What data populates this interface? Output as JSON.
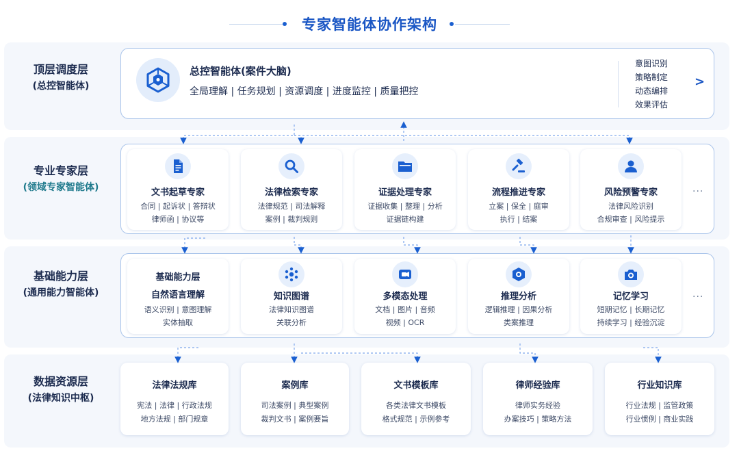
{
  "title": "专家智能体协作架构",
  "layers": {
    "top": {
      "name": "顶层调度层",
      "sub": "(总控智能体)"
    },
    "expert": {
      "name": "专业专家层",
      "sub": "(领域专家智能体)"
    },
    "base": {
      "name": "基础能力层",
      "sub": "(通用能力智能体)"
    },
    "data": {
      "name": "数据资源层",
      "sub": "(法律知识中枢)"
    }
  },
  "controller": {
    "icon": "cube-network-icon",
    "title": "总控智能体(案件大脑)",
    "desc": "全局理解 | 任务规划 | 资源调度 | 进度监控 | 质量把控",
    "side": [
      "意图识别",
      "策略制定",
      "动态编排",
      "效果评估"
    ],
    "arrow": ">"
  },
  "experts": [
    {
      "icon": "document-icon",
      "title": "文书起草专家",
      "lines": [
        "合同 | 起诉状 | 答辩状",
        "律师函 | 协议等"
      ]
    },
    {
      "icon": "magnifier-icon",
      "title": "法律检索专家",
      "lines": [
        "法律规范 | 司法解释",
        "案例 | 裁判规则"
      ]
    },
    {
      "icon": "folder-icon",
      "title": "证据处理专家",
      "lines": [
        "证据收集 | 整理 | 分析",
        "证据链构建"
      ]
    },
    {
      "icon": "gavel-icon",
      "title": "流程推进专家",
      "lines": [
        "立案 | 保全 | 庭审",
        "执行 | 结案"
      ]
    },
    {
      "icon": "person-icon",
      "title": "风险预警专家",
      "lines": [
        "法律风险识别",
        "合规审查 | 风险提示"
      ]
    }
  ],
  "abilities": [
    {
      "icon": "",
      "title": "基础能力层",
      "subtitle": "自然语言理解",
      "lines": [
        "语义识别 | 意图理解",
        "实体抽取"
      ]
    },
    {
      "icon": "graph-nodes-icon",
      "title": "知识图谱",
      "lines": [
        "法律知识图谱",
        "关联分析"
      ]
    },
    {
      "icon": "media-icon",
      "title": "多模态处理",
      "lines": [
        "文档 | 图片 | 音频",
        "视频 | OCR"
      ]
    },
    {
      "icon": "reasoning-icon",
      "title": "推理分析",
      "lines": [
        "逻辑推理 | 因果分析",
        "类案推理"
      ]
    },
    {
      "icon": "camera-icon",
      "title": "记忆学习",
      "lines": [
        "短期记忆 | 长期记忆",
        "持续学习 | 经验沉淀"
      ]
    }
  ],
  "databases": [
    {
      "title": "法律法规库",
      "lines": [
        "宪法 | 法律 | 行政法规",
        "地方法规 | 部门规章"
      ]
    },
    {
      "title": "案例库",
      "lines": [
        "司法案例 | 典型案例",
        "裁判文书 | 案例要旨"
      ]
    },
    {
      "title": "文书模板库",
      "lines": [
        "各类法律文书模板",
        "格式规范 | 示例参考"
      ]
    },
    {
      "title": "律师经验库",
      "lines": [
        "律师实务经验",
        "办案技巧 | 策略方法"
      ]
    },
    {
      "title": "行业知识库",
      "lines": [
        "行业法规 | 监管政策",
        "行业惯例 | 商业实践"
      ]
    }
  ],
  "more": "...",
  "colors": {
    "accent": "#1a56c4",
    "icon": "#1a5fd0",
    "border": "#a9c4ea",
    "band": "#f4f7fc",
    "teal": "#1f7a8c"
  }
}
